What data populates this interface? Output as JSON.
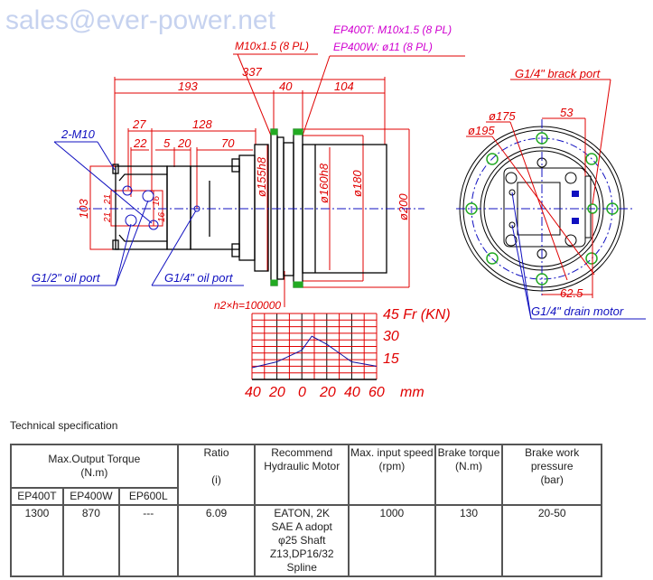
{
  "drawing": {
    "thread_left": "M10x1.5 (8 PL)",
    "thread_ep400t": "EP400T: M10x1.5 (8 PL)",
    "thread_ep400w": "EP400W: ø11 (8 PL)",
    "dims": {
      "overall": "337",
      "d193": "193",
      "d40": "40",
      "d104": "104",
      "d27": "27",
      "d128": "128",
      "d22": "22",
      "d5": "5",
      "d20": "20",
      "d70": "70",
      "d103": "103",
      "d21a": "21",
      "d21b": "21",
      "d16a": "16",
      "d16b": "16",
      "phi155": "ø155h8",
      "phi160": "ø160h8",
      "phi180": "ø180",
      "phi200": "ø200",
      "phi175": "ø175",
      "phi195": "ø195",
      "d53": "53",
      "d62_5": "62.5"
    },
    "labels": {
      "m10": "2-M10",
      "oil_port_half": "G1/2\" oil port",
      "oil_port_quarter": "G1/4\" oil port",
      "brake_port": "G1/4\" brack port",
      "drain_motor": "G1/4\" drain motor"
    },
    "watermark": "sales@ever-power.net"
  },
  "chart_data": {
    "type": "line",
    "title": "n2×h=100000",
    "xlabel": "mm",
    "ylabel": "Fr (KN)",
    "x_tick_labels": [
      "40",
      "20",
      "0",
      "20",
      "40",
      "60"
    ],
    "y_tick_labels": [
      "45 Fr (KN)",
      "30",
      "15"
    ],
    "xlim": [
      -40,
      60
    ],
    "ylim": [
      0,
      45
    ],
    "grid": true,
    "series": [
      {
        "name": "Fr",
        "x": [
          -40,
          -20,
          0,
          8,
          20,
          40,
          60
        ],
        "y": [
          8,
          12,
          20,
          29.5,
          24,
          12,
          9
        ]
      }
    ]
  },
  "spec": {
    "title": "Technical specification",
    "headers": {
      "torque": "Max.Output Torque",
      "torque_unit": "(N.m)",
      "ratio": "Ratio",
      "ratio_unit": "(i)",
      "motor": "Recommend Hydraulic Motor",
      "speed": "Max. input speed",
      "speed_unit": "(rpm)",
      "brake_torque": "Brake torque",
      "brake_torque_unit": "(N.m)",
      "brake_pressure": "Brake work pressure",
      "brake_pressure_unit": "(bar)"
    },
    "models": [
      "EP400T",
      "EP400W",
      "EP600L"
    ],
    "row": {
      "ep400t": "1300",
      "ep400w": "870",
      "ep600l": "---",
      "ratio": "6.09",
      "motor_lines": [
        "EATON, 2K",
        "SAE A adopt",
        "φ25 Shaft",
        "Z13,DP16/32",
        "Spline"
      ],
      "speed": "1000",
      "brake_torque": "130",
      "brake_pressure": "20-50"
    }
  }
}
